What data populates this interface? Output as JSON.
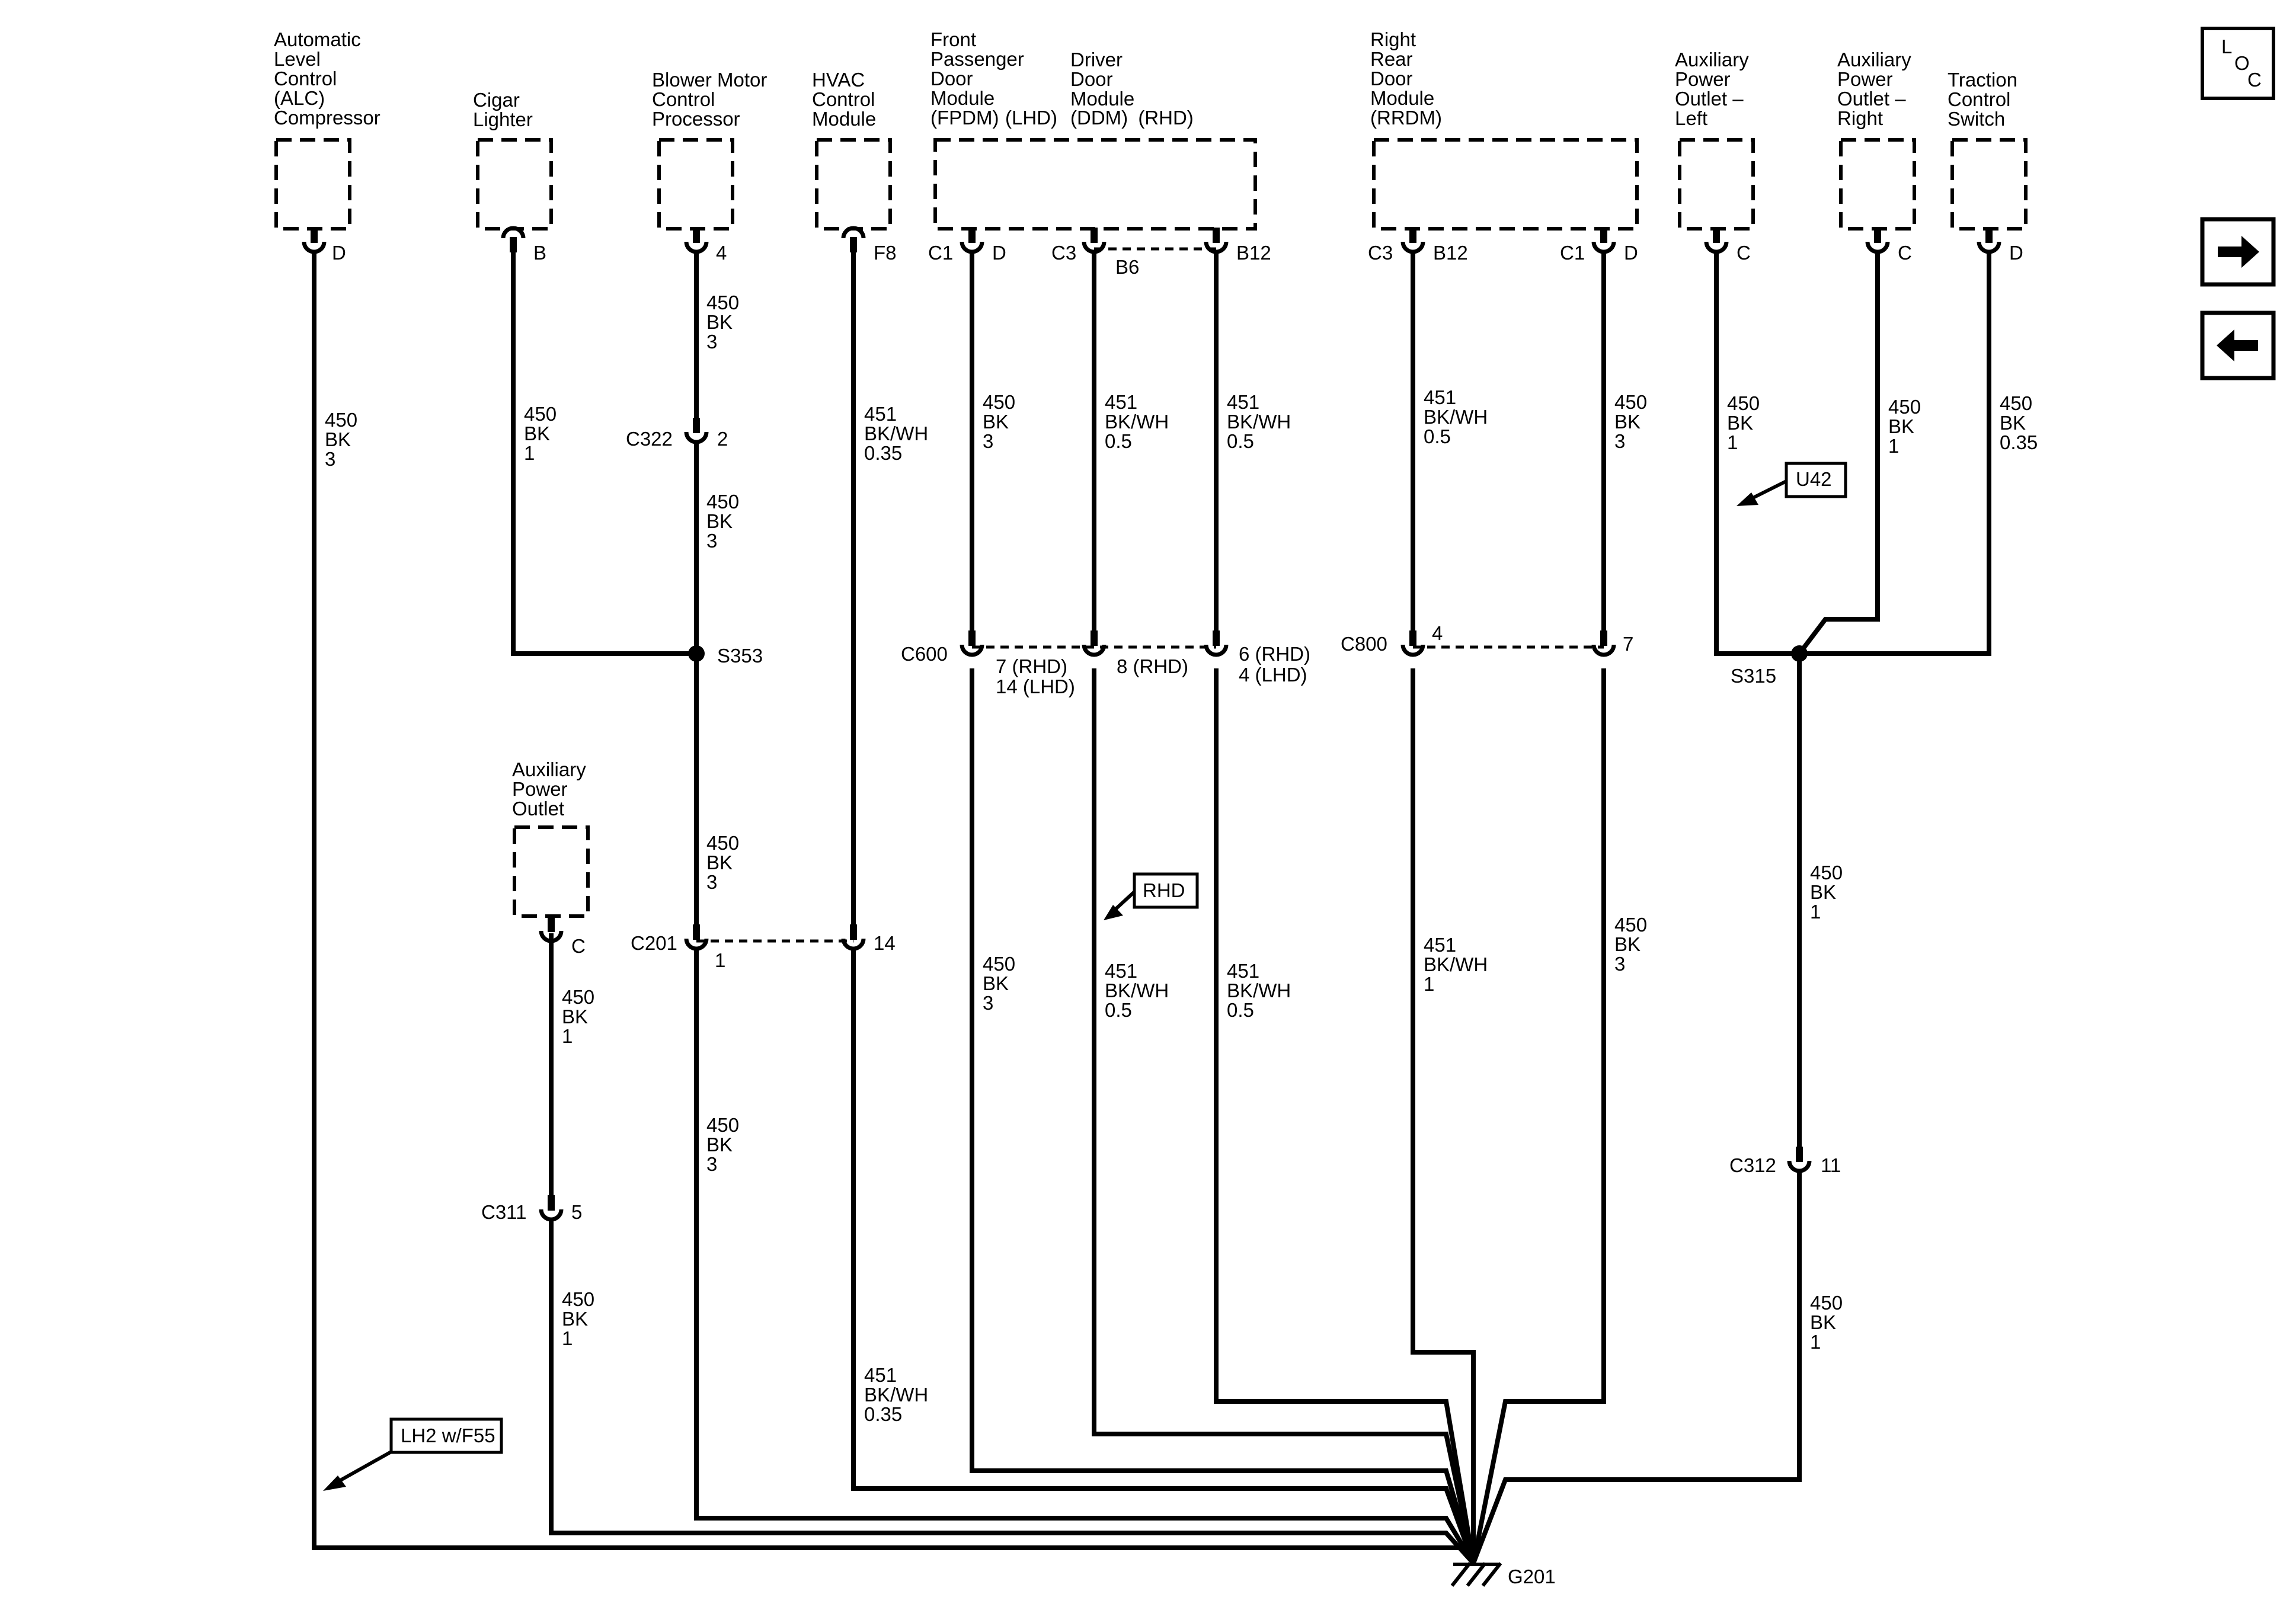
{
  "components": {
    "alc": [
      "Automatic",
      "Level",
      "Control",
      "(ALC)",
      "Compressor"
    ],
    "cigar": [
      "Cigar",
      "Lighter"
    ],
    "blower": [
      "Blower Motor",
      "Control",
      "Processor"
    ],
    "hvac": [
      "HVAC",
      "Control",
      "Module"
    ],
    "fpdm": [
      "Front",
      "Passenger",
      "Door",
      "Module",
      "(FPDM)",
      "(LHD)"
    ],
    "ddm": [
      "Driver",
      "Door",
      "Module",
      "(DDM)",
      "(RHD)"
    ],
    "rrdm": [
      "Right",
      "Rear",
      "Door",
      "Module",
      "(RRDM)"
    ],
    "apo_left": [
      "Auxiliary",
      "Power",
      "Outlet –",
      "Left"
    ],
    "apo_right": [
      "Auxiliary",
      "Power",
      "Outlet –",
      "Right"
    ],
    "traction": [
      "Traction",
      "Control",
      "Switch"
    ],
    "apo": [
      "Auxiliary",
      "Power",
      "Outlet"
    ]
  },
  "pins": {
    "alc": "D",
    "cigar": "B",
    "blower": "4",
    "hvac": "F8",
    "fpdm_conn": "C1",
    "fpdm": "D",
    "ddm_conn": "C3",
    "ddm_b6": "B6",
    "ddm_b12": "B12",
    "rrdm_conn3": "C3",
    "rrdm_b12": "B12",
    "rrdm_conn1": "C1",
    "rrdm_d": "D",
    "apo_left": "C",
    "apo_right": "C",
    "traction": "D",
    "apo": "C"
  },
  "connectors": {
    "c322": {
      "name": "C322",
      "pin": "2"
    },
    "c201": {
      "name": "C201",
      "pin_left": "1",
      "pin_right": "14"
    },
    "c600": {
      "name": "C600",
      "pin_a": "7 (RHD)",
      "pin_a2": "14 (LHD)",
      "pin_b": "8 (RHD)",
      "pin_c": "6 (RHD)",
      "pin_c2": "4 (LHD)"
    },
    "c800": {
      "name": "C800",
      "pin_left": "4",
      "pin_right": "7"
    },
    "c311": {
      "name": "C311",
      "pin": "5"
    },
    "c312": {
      "name": "C312",
      "pin": "11"
    }
  },
  "splices": {
    "s353": "S353",
    "s315": "S315"
  },
  "ground": "G201",
  "circuits": {
    "alc": [
      "450",
      "BK",
      "3"
    ],
    "cigar": [
      "450",
      "BK",
      "1"
    ],
    "blower_top": [
      "450",
      "BK",
      "3"
    ],
    "blower_mid": [
      "450",
      "BK",
      "3"
    ],
    "s353_down": [
      "450",
      "BK",
      "3"
    ],
    "c201_down": [
      "450",
      "BK",
      "3"
    ],
    "hvac_top": [
      "451",
      "BK/WH",
      "0.35"
    ],
    "hvac_bottom": [
      "451",
      "BK/WH",
      "0.35"
    ],
    "fpdm_top": [
      "450",
      "BK",
      "3"
    ],
    "fpdm_bottom": [
      "450",
      "BK",
      "3"
    ],
    "ddm_top": [
      "451",
      "BK/WH",
      "0.5"
    ],
    "ddm_bottom": [
      "451",
      "BK/WH",
      "0.5"
    ],
    "ddmb12_top": [
      "451",
      "BK/WH",
      "0.5"
    ],
    "ddmb12_bottom": [
      "451",
      "BK/WH",
      "0.5"
    ],
    "rrdm_b12_top": [
      "451",
      "BK/WH",
      "0.5"
    ],
    "rrdm_b12_bottom": [
      "451",
      "BK/WH",
      "1"
    ],
    "rrdm_d_top": [
      "450",
      "BK",
      "3"
    ],
    "rrdm_d_bottom": [
      "450",
      "BK",
      "3"
    ],
    "apo_left": [
      "450",
      "BK",
      "1"
    ],
    "apo_right": [
      "450",
      "BK",
      "1"
    ],
    "traction": [
      "450",
      "BK",
      "0.35"
    ],
    "s315_down": [
      "450",
      "BK",
      "1"
    ],
    "c312_down": [
      "450",
      "BK",
      "1"
    ],
    "apo_top": [
      "450",
      "BK",
      "1"
    ],
    "apo_bottom": [
      "450",
      "BK",
      "1"
    ]
  },
  "callouts": {
    "lh2": "LH2 w/F55",
    "rhd": "RHD",
    "u42": "U42"
  },
  "loc": {
    "l": "L",
    "o": "O",
    "c": "C"
  },
  "nav": {
    "next": "→",
    "prev": "←"
  }
}
